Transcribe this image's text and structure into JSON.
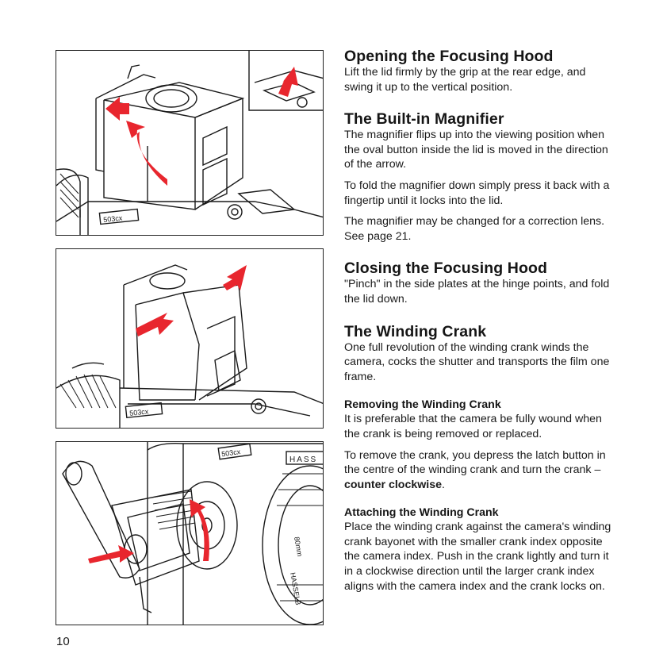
{
  "page_number": "10",
  "figures": {
    "hood_open": {
      "body_label": "503cx"
    },
    "hood_close": {
      "body_label": "503cx"
    },
    "crank": {
      "body_label": "503cx",
      "brand": "HASS",
      "lens_label": "80mm",
      "lens_brand": "HASSELB"
    }
  },
  "sections": {
    "opening_hood": {
      "title": "Opening the Focusing Hood",
      "body": "Lift the lid firmly by the grip at the rear edge, and swing it up to the vertical position."
    },
    "magnifier": {
      "title": "The Built-in Magnifier",
      "p1": "The magnifier flips up into the viewing position when the oval button inside the lid is moved in the direction of the arrow.",
      "p2": "To fold the magnifier down simply press it back with a fingertip until it locks into the lid.",
      "p3": "The magnifier may be changed for a correction lens. See page 21."
    },
    "closing_hood": {
      "title": "Closing the Focusing Hood",
      "body": "\"Pinch\" in the side plates at the hinge points, and fold the lid down."
    },
    "winding_crank": {
      "title": "The Winding Crank",
      "body": "One full revolution of the winding crank winds the camera, cocks the shutter and transports the film one frame."
    },
    "removing_crank": {
      "title": "Removing the Winding Crank",
      "p1": "It is preferable that the camera be fully wound when the crank is being removed or replaced.",
      "p2_start": "To remove the crank, you depress the latch button in the centre of the winding crank and turn the crank – ",
      "p2_bold": "counter clockwise",
      "p2_end": "."
    },
    "attaching_crank": {
      "title": "Attaching the Winding Crank",
      "body": "Place the winding crank against the camera's winding crank bayonet with the smaller crank index opposite the camera index. Push in the crank lightly and turn it in a clockwise direction until the larger crank index aligns with the camera index and the crank locks on."
    }
  },
  "colors": {
    "arrow": "#e8262e",
    "ink": "#1a1a1a"
  }
}
